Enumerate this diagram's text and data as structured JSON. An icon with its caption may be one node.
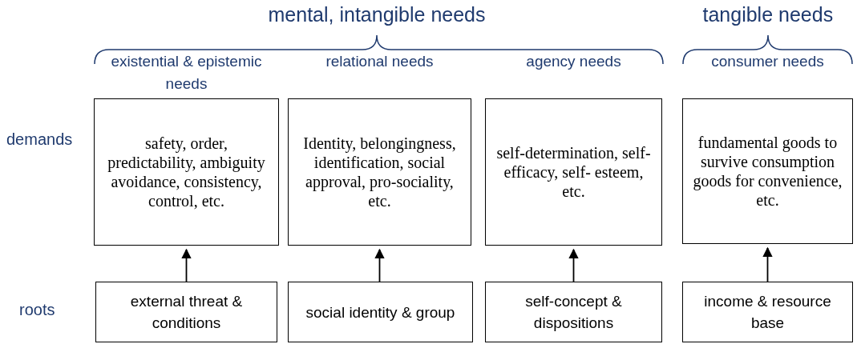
{
  "diagram": {
    "nodes": [
      {
        "text": [
          "existential & epistemic needs",
          "safety, order, predictability, ambiguity avoidance, consistency, control, etc."
        ]
      },
      {
        "text": [
          "relational needs",
          "Identity, belongingness, identification, social approval, pro-sociality, etc."
        ]
      },
      {
        "text": [
          "agency needs",
          "self-determination, self-efficacy, self- esteem, etc."
        ]
      },
      {
        "text": [
          "consumer needs",
          "fundamental goods to survive consumption goods for convenience, etc."
        ]
      },
      {
        "text": [
          "external threat & conditions"
        ]
      },
      {
        "text": [
          "social identity & group"
        ]
      },
      {
        "text": [
          "self-concept & dispositions"
        ]
      },
      {
        "text": [
          "income & resource base"
        ]
      }
    ],
    "edges": [
      {
        "from": 4,
        "to": 0,
        "arrow": "to"
      },
      {
        "from": 5,
        "to": 1,
        "arrow": "to"
      },
      {
        "from": 6,
        "to": 2,
        "arrow": "to"
      },
      {
        "from": 7,
        "to": 3,
        "arrow": "to"
      }
    ],
    "labels": [
      "mental, intangible needs",
      "tangible needs",
      "demands",
      "roots"
    ]
  }
}
